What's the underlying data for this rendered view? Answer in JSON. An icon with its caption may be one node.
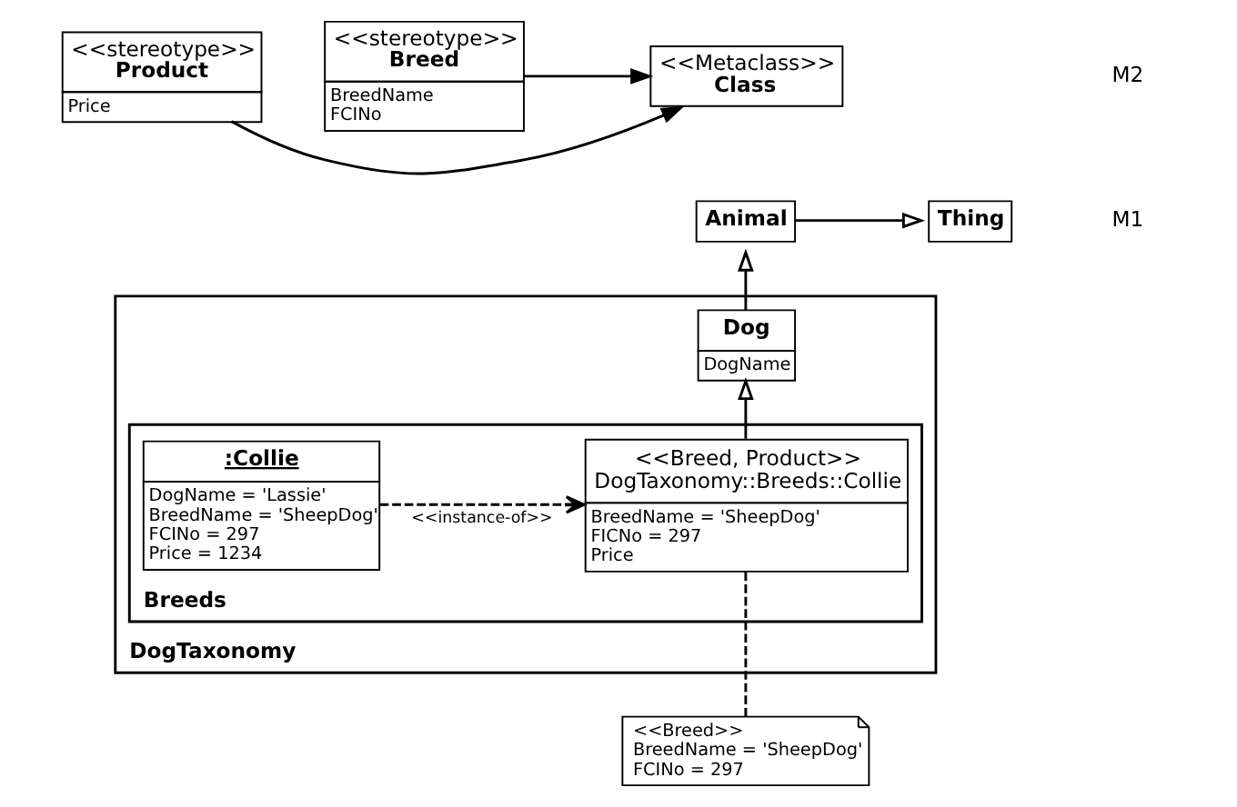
{
  "diagram": {
    "nodes": [
      {
        "text": [
          "<<stereotype>>",
          "Product",
          "Price"
        ]
      },
      {
        "text": [
          "<<Metaclass>>",
          "Class"
        ]
      },
      {
        "text": [
          "<<stereotype>>",
          "Breed",
          "BreedName",
          "FCINo"
        ]
      },
      {
        "text": [
          "Animal"
        ]
      },
      {
        "text": [
          "Thing"
        ]
      },
      {
        "text": [
          "DogTaxonomy"
        ]
      },
      {
        "text": [
          "Dog",
          "DogName"
        ],
        "in": 5
      },
      {
        "text": [
          "Breeds"
        ],
        "in": 5
      },
      {
        "text": [
          "<<Breed, Product>>",
          "DogTaxonomy::Breeds::Collie",
          "BreedName = 'SheepDog'",
          "FICNo = 297",
          "Price"
        ],
        "in": 7
      },
      {
        "text": [
          ":Collie",
          "DogName = 'Lassie'",
          "BreedName = 'SheepDog'",
          "FCINo = 297",
          "Price = 1234"
        ],
        "in": 7
      },
      {
        "text": [
          "<<Breed>>",
          "BreedName = 'SheepDog'",
          "FCINo = 297"
        ]
      }
    ],
    "edges": [
      {
        "from": 0,
        "to": 1,
        "arrow": "to"
      },
      {
        "from": 2,
        "to": 1,
        "arrow": "to"
      },
      {
        "from": 3,
        "to": 4,
        "arrow": "to"
      },
      {
        "from": 6,
        "to": 3,
        "arrow": "to"
      },
      {
        "from": 8,
        "to": 6,
        "arrow": "to"
      },
      {
        "from": 9,
        "to": 8,
        "arrow": "to",
        "label": "<<instance-of>>",
        "style": "dashed"
      },
      {
        "from": 10,
        "to": 8,
        "arrow": "none",
        "style": "dashed"
      }
    ],
    "labels": [
      "M2",
      "M1"
    ]
  }
}
